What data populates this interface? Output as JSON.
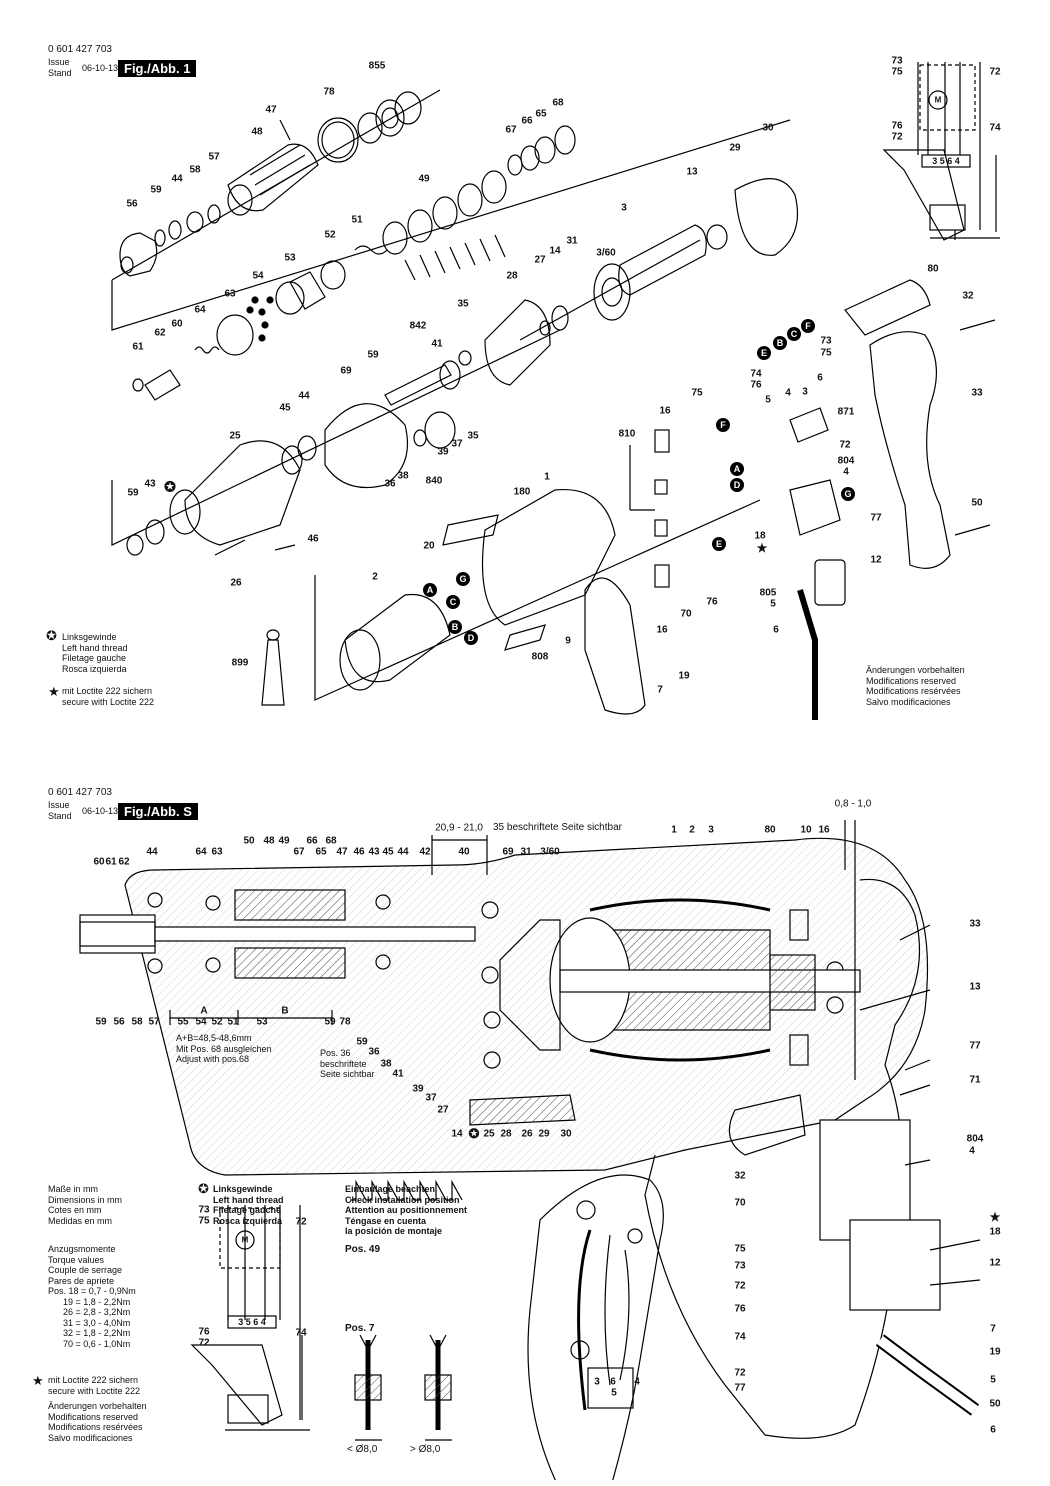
{
  "sheet1": {
    "code": "0 601 427 703",
    "issue": "Issue\nStand",
    "date": "06-10-13",
    "fig": "Fig./Abb. 1",
    "thread_note": "Linksgewinde\nLeft hand thread\nFiletage gauche\nRosca izquierda",
    "loctite_note": "mit Loctite 222 sichern\nsecure with Loctite 222",
    "modifications": "Änderungen vorbehalten\nModifications reserved\nModifications resérvées\nSalvo modificaciones",
    "part_labels": [
      "855",
      "78",
      "47",
      "48",
      "57",
      "58",
      "44",
      "59",
      "56",
      "68",
      "65",
      "66",
      "67",
      "49",
      "51",
      "52",
      "53",
      "54",
      "63",
      "64",
      "60",
      "62",
      "61",
      "30",
      "29",
      "13",
      "3",
      "3/60",
      "14",
      "27",
      "31",
      "28",
      "35",
      "842",
      "41",
      "69",
      "59",
      "45",
      "44",
      "25",
      "43",
      "59",
      "840",
      "36",
      "38",
      "39",
      "37",
      "35",
      "46",
      "26",
      "1",
      "180",
      "20",
      "2",
      "9",
      "808",
      "899",
      "16",
      "75",
      "810",
      "16",
      "70",
      "76",
      "7",
      "19",
      "73",
      "75",
      "74",
      "76",
      "5",
      "4",
      "3",
      "6",
      "871",
      "72",
      "804",
      "4",
      "18",
      "805",
      "5",
      "6",
      "77",
      "12",
      "80",
      "32",
      "33",
      "50"
    ],
    "connector_labels": [
      "A",
      "B",
      "C",
      "D",
      "E",
      "F",
      "G"
    ],
    "wiring": {
      "labels_left": [
        "73",
        "75",
        "76",
        "72"
      ],
      "labels_right": [
        "72",
        "74"
      ],
      "terminals": "3 5 6 4",
      "motor": "M"
    }
  },
  "sheet2": {
    "code": "0 601 427 703",
    "issue": "Issue\nStand",
    "date": "06-10-13",
    "fig": "Fig./Abb. S",
    "dim_gap": "0,8 - 1,0",
    "dim_20": "20,9 - 21,0",
    "side_visible": "35 beschriftete Seite sichtbar",
    "top_labels": [
      "60",
      "61",
      "62",
      "44",
      "64",
      "63",
      "50",
      "48",
      "49",
      "66",
      "68",
      "67",
      "65",
      "47",
      "46",
      "43",
      "45",
      "44",
      "42",
      "40",
      "69",
      "31",
      "3/60",
      "1",
      "2",
      "3",
      "80",
      "10",
      "16"
    ],
    "bottom_labels": [
      "59",
      "56",
      "58",
      "57",
      "55",
      "54",
      "52",
      "51",
      "53",
      "59",
      "78",
      "36",
      "38",
      "41",
      "39",
      "37",
      "27",
      "14",
      "25",
      "28",
      "26",
      "29",
      "30",
      "59"
    ],
    "right_labels": [
      "33",
      "13",
      "77",
      "71",
      "804",
      "4",
      "18",
      "12",
      "7",
      "19",
      "5",
      "50",
      "6"
    ],
    "dim_a": "A",
    "dim_b": "B",
    "ab_note": "A+B=48,5-48,6mm\nMit Pos. 68 ausgleichen\nAdjust with pos.68",
    "pos36_note": "Pos. 36\nbeschriftete\nSeite sichtbar",
    "dimensions": "Maße in mm\nDimensions in mm\nCotes en mm\nMedidas en mm",
    "torque": "Anzugsmomente\nTorque values\nCouple de serrage\nPares de apriete\nPos. 18 = 0,7 - 0,9Nm\n      19 = 1,8 - 2,2Nm\n      26 = 2,8 - 3,2Nm\n      31 = 3,0 - 4,0Nm\n      32 = 1,8 - 2,2Nm\n      70 = 0,6 - 1,0Nm",
    "loctite_note": "mit Loctite 222 sichern\nsecure with Loctite 222",
    "modifications": "Änderungen vorbehalten\nModifications reserved\nModifications resérvées\nSalvo modificaciones",
    "thread_note": "Linksgewinde\nLeft hand thread\nFiletage gauche\nRosca izquierda",
    "install_note": "Einbaulage beachten\nCheck installation position\nAttention au positionnement\nTéngase en cuenta\nla posición de montaje",
    "pos49": "Pos. 49",
    "pos7": "Pos. 7",
    "dia_lt": "< Ø8,0",
    "dia_gt": "> Ø8,0",
    "handle_labels": [
      "32",
      "70",
      "75",
      "73",
      "72",
      "76",
      "74",
      "72",
      "77",
      "3",
      "6",
      "4",
      "5"
    ],
    "wiring": {
      "labels_left": [
        "73",
        "75",
        "76",
        "72"
      ],
      "labels_right": [
        "72",
        "74"
      ],
      "terminals": "3 5 6 4",
      "motor": "M"
    }
  },
  "colors": {
    "ink": "#000000",
    "paper": "#ffffff",
    "hatch": "#555555"
  }
}
